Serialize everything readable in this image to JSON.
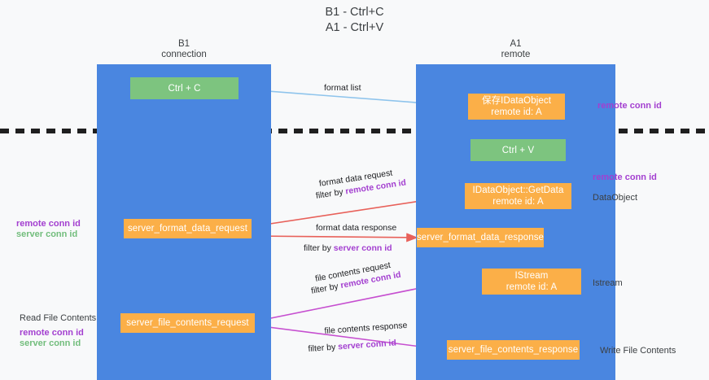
{
  "title": "B1 - Ctrl+C\nA1 - Ctrl+V",
  "lanes": [
    {
      "name": "b1",
      "header": "B1\nconnection"
    },
    {
      "name": "a1",
      "header": "A1\nremote"
    }
  ],
  "nodes": {
    "ctrl_c": "Ctrl + C",
    "save_idataobject": "保存IDataObject\nremote id: A",
    "ctrl_v": "Ctrl + V",
    "getdata": "IDataObject::GetData\nremote id: A",
    "server_format_data_request": "server_format_data_request",
    "server_format_data_response": "server_format_data_response",
    "istream": "IStream\nremote id: A",
    "server_file_contents_request": "server_file_contents_request",
    "server_file_contents_response": "server_file_contents_response"
  },
  "edges": {
    "format_list": "format list",
    "format_data_request": "format data request",
    "format_data_request_filter_prefix": "filter by ",
    "format_data_request_filter_key": "remote conn id",
    "format_data_response": "format data response",
    "format_data_response_filter_prefix": "filter by ",
    "format_data_response_filter_key": "server conn id",
    "file_contents_request": "file contents request",
    "file_contents_request_filter_prefix": "filter by ",
    "file_contents_request_filter_key": "remote conn id",
    "file_contents_response": "file contents response",
    "file_contents_response_filter_prefix": "filter by ",
    "file_contents_response_filter_key": "server conn id"
  },
  "right_labels": {
    "remote_conn_id_top": "remote conn id",
    "remote_conn_id_mid": "remote conn id",
    "dataobject": "DataObject",
    "istream": "Istream",
    "write_file_contents": "Write File Contents"
  },
  "left_labels": {
    "remote_conn_id": "remote conn id",
    "server_conn_id": "server conn id",
    "read_file_contents": "Read File Contents",
    "remote_conn_id_2": "remote conn id",
    "server_conn_id_2": "server conn id"
  },
  "colors": {
    "lane": "#4a86e0",
    "green_node": "#7dc47f",
    "orange_node": "#fbaf48",
    "remote_key": "#a33fd0",
    "server_key": "#72bd7c",
    "arrow_format_list": "#8ec4ec",
    "arrow_format_data": "#e8615a",
    "arrow_file_contents": "#c64fd0",
    "arrow_black": "#202124",
    "divider": "#1f1f1f"
  }
}
